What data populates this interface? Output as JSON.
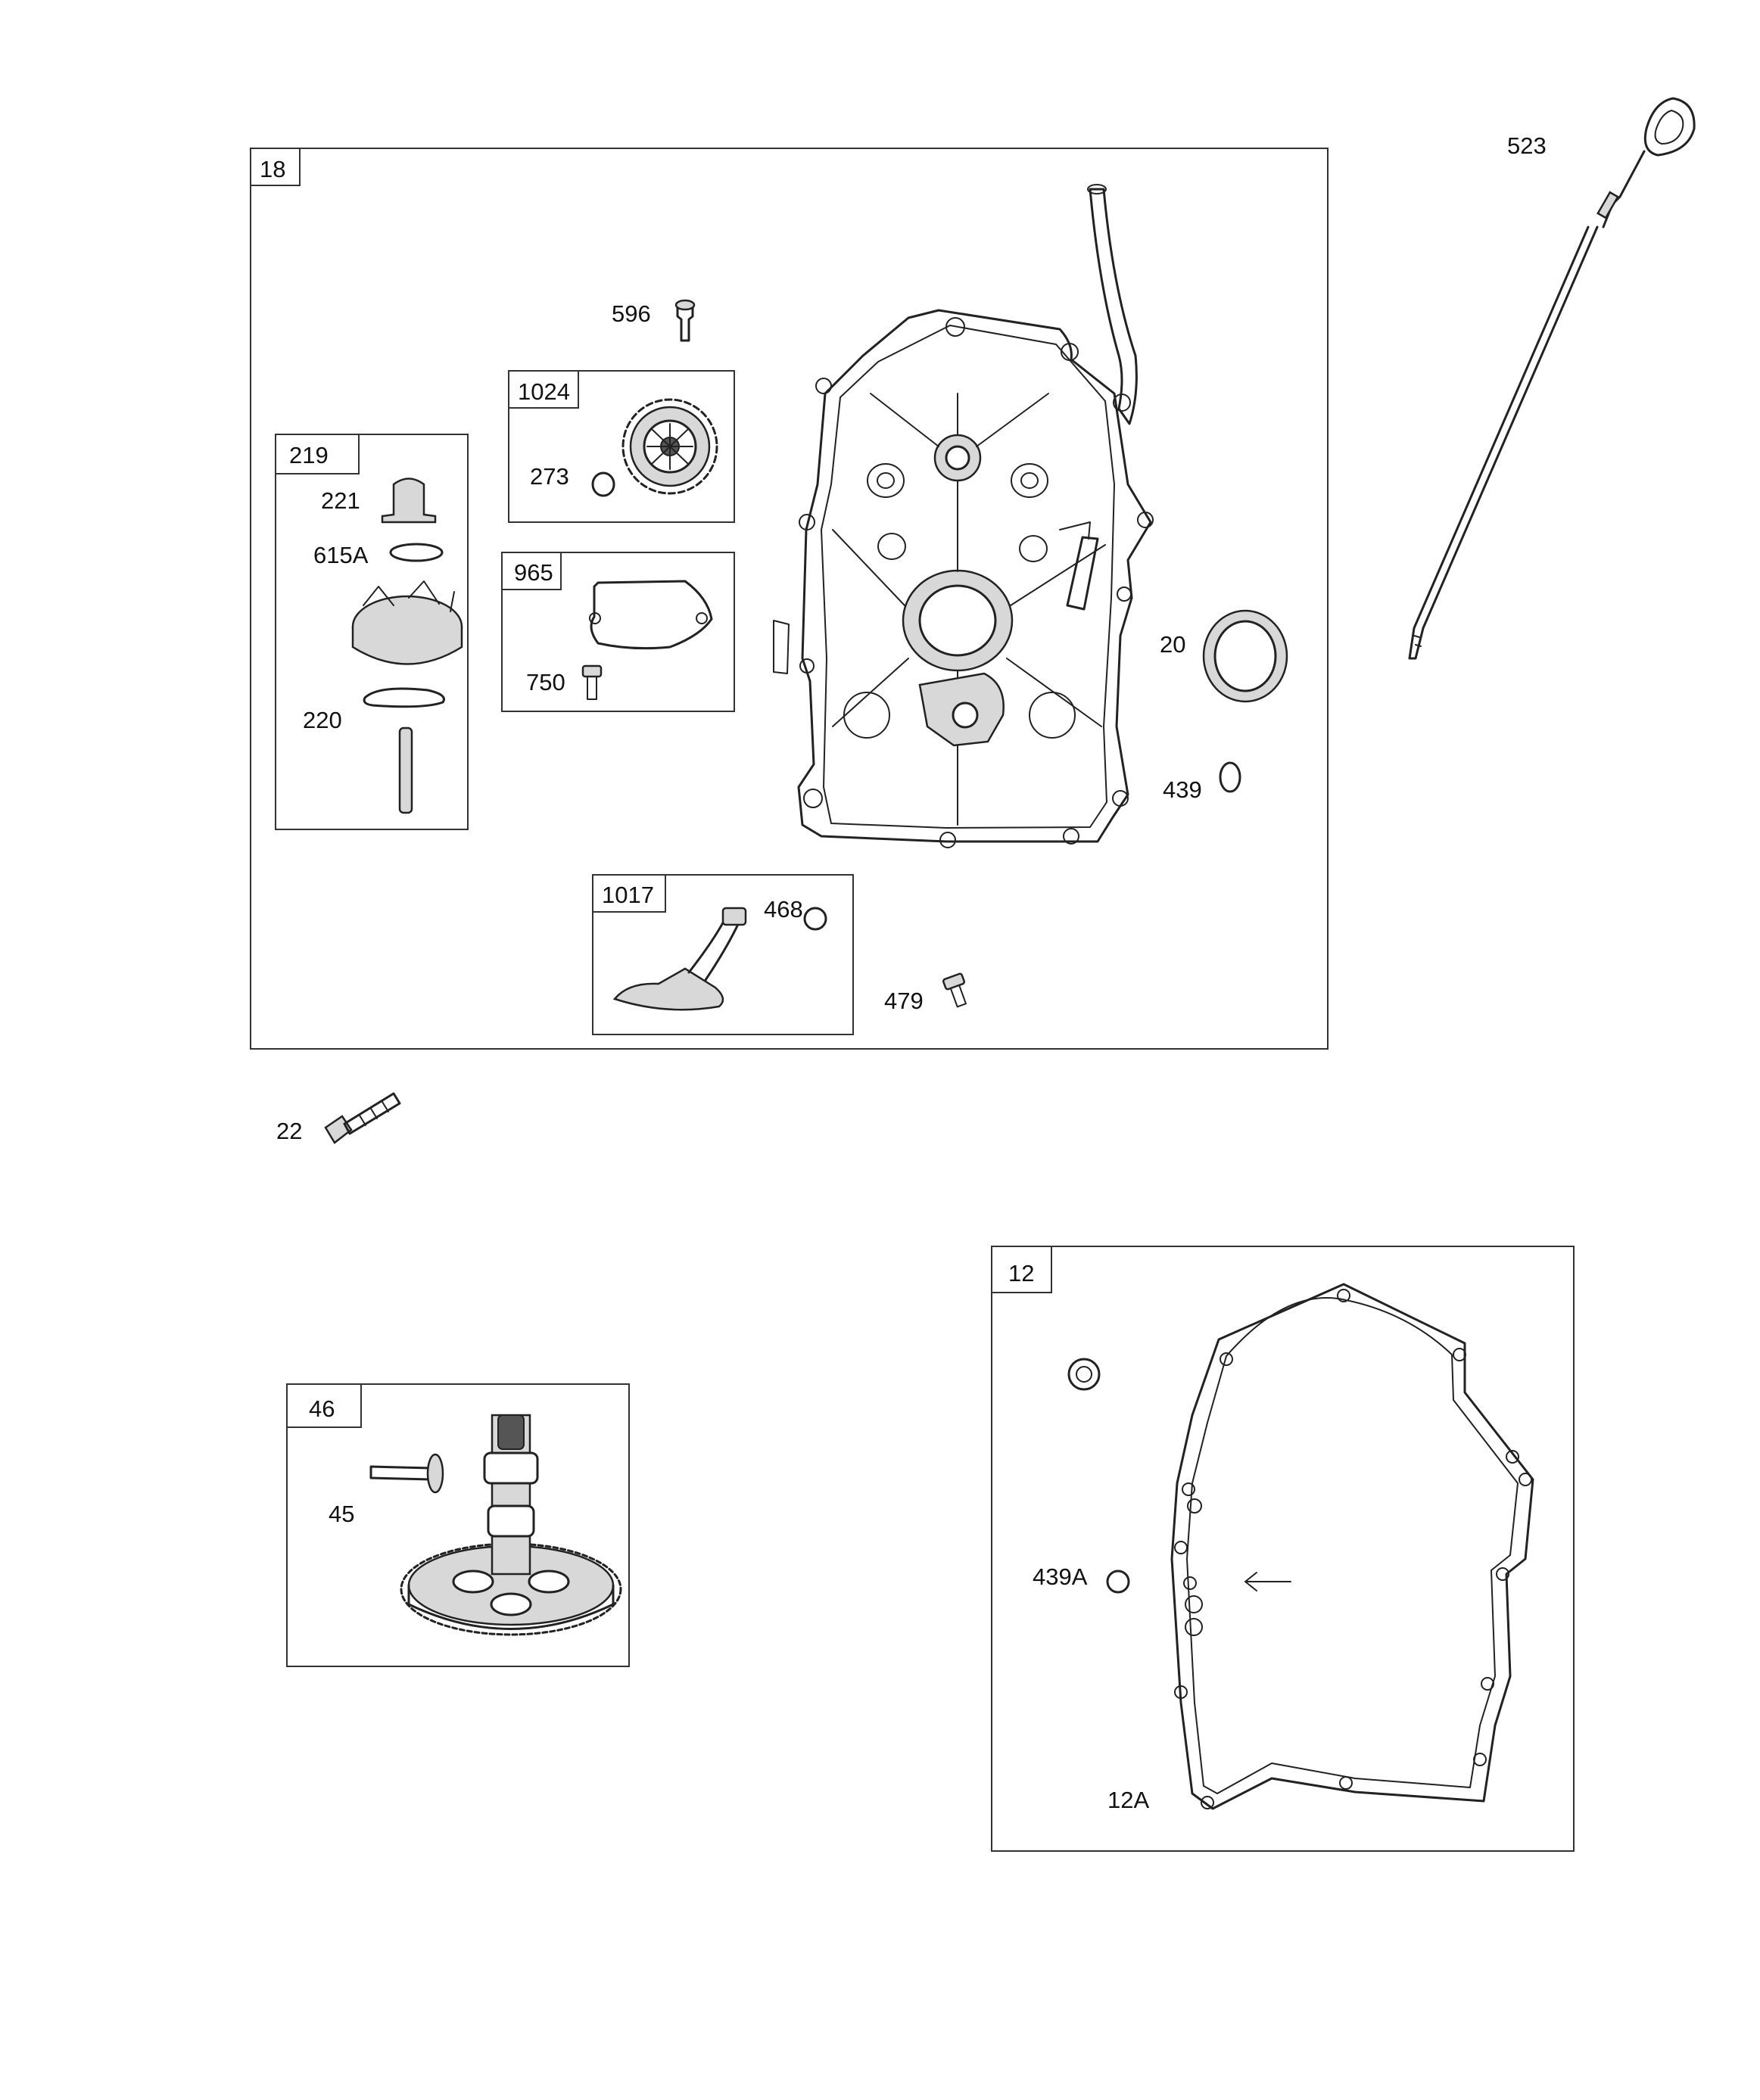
{
  "colors": {
    "ink": "#222222",
    "frame": "#333333",
    "shade": "#d8d8d8",
    "background": "#ffffff"
  },
  "groups": {
    "g18": "18",
    "g219": "219",
    "g1024": "1024",
    "g965": "965",
    "g1017": "1017",
    "g46": "46",
    "g12": "12"
  },
  "parts": {
    "p523": "523",
    "p596": "596",
    "p221": "221",
    "p615A": "615A",
    "p220": "220",
    "p273": "273",
    "p750": "750",
    "p20": "20",
    "p439": "439",
    "p468": "468",
    "p479": "479",
    "p22": "22",
    "p45": "45",
    "p439A": "439A",
    "p12A": "12A"
  }
}
